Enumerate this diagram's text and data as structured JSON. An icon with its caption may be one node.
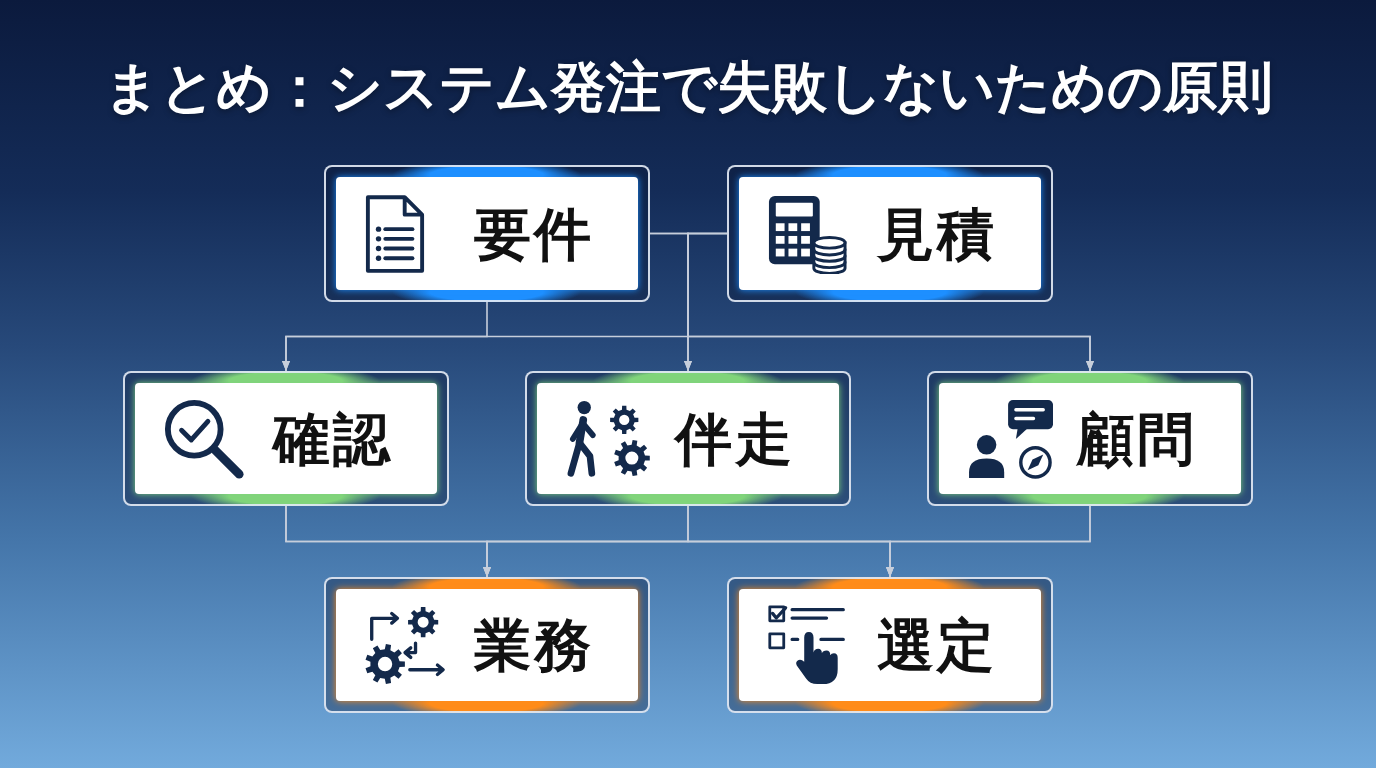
{
  "diagram": {
    "title": "まとめ：システム発注で失敗しないための原則",
    "nodes": [
      {
        "text": [
          "要件"
        ]
      },
      {
        "text": [
          "見積"
        ]
      },
      {
        "text": [
          "確認"
        ]
      },
      {
        "text": [
          "伴走"
        ]
      },
      {
        "text": [
          "顧問"
        ]
      },
      {
        "text": [
          "業務"
        ]
      },
      {
        "text": [
          "選定"
        ]
      }
    ],
    "edges": [
      {
        "from": 0,
        "to": 2,
        "arrow": "to"
      },
      {
        "from": 0,
        "to": 3,
        "arrow": "to"
      },
      {
        "from": 0,
        "to": 4,
        "arrow": "to"
      },
      {
        "from": 1,
        "to": 2,
        "arrow": "to"
      },
      {
        "from": 1,
        "to": 3,
        "arrow": "to"
      },
      {
        "from": 1,
        "to": 4,
        "arrow": "to"
      },
      {
        "from": 2,
        "to": 5,
        "arrow": "to"
      },
      {
        "from": 2,
        "to": 6,
        "arrow": "to"
      },
      {
        "from": 3,
        "to": 5,
        "arrow": "to"
      },
      {
        "from": 3,
        "to": 6,
        "arrow": "to"
      },
      {
        "from": 4,
        "to": 5,
        "arrow": "to"
      },
      {
        "from": 4,
        "to": 6,
        "arrow": "to"
      }
    ]
  }
}
